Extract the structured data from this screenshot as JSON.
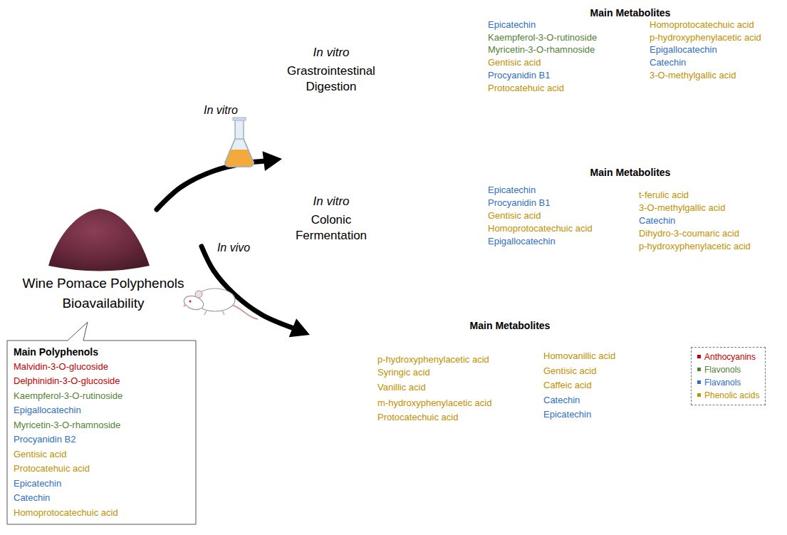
{
  "diagram": {
    "nodes": [
      {
        "text": [
          "Main Polyphenols",
          "Malvidin-3-O-glucoside",
          "Delphinidin-3-O-glucoside",
          "Kaempferol-3-O-rutinoside",
          "Epigallocatechin",
          "Myricetin-3-O-rhamnoside",
          "Procyanidin B2",
          "Gentisic acid",
          "Protocatehuic acid",
          "Epicatechin",
          "Catechin",
          "Homoprotocatechuic acid"
        ]
      }
    ],
    "labels": [
      "Wine Pomace Polyphenols Bioavailability",
      "In vitro",
      "In vitro",
      "Grastrointestinal Digestion",
      "Main Metabolites",
      "Epicatechin",
      "Kaempferol-3-O-rutinoside",
      "Myricetin-3-O-rhamnoside",
      "Gentisic acid",
      "Procyanidin B1",
      "Protocatehuic acid",
      "Homoprotocatechuic acid",
      "p-hydroxyphenylacetic acid",
      "Epigallocatechin",
      "Catechin",
      "3-O-methylgallic acid",
      "In vitro",
      "Colonic Fermentation",
      "Main Metabolites",
      "Epicatechin",
      "Procyanidin B1",
      "Gentisic acid",
      "Homoprotocatechuic acid",
      "Epigallocatechin",
      "t-ferulic acid",
      "3-O-methylgallic acid",
      "Catechin",
      "Dihydro-3-coumaric acid",
      "p-hydroxyphenylacetic acid",
      "In vivo",
      "Main Metabolites",
      "p-hydroxyphenylacetic acid",
      "Syringic acid",
      "Vanillic acid",
      "m-hydroxyphenylacetic acid",
      "Protocatechuic acid",
      "Homovanillic acid",
      "Gentisic acid",
      "Caffeic acid",
      "Catechin",
      "Epicatechin"
    ],
    "legend": [
      {
        "text": "Anthocyanins",
        "color": "#c00000"
      },
      {
        "text": "Flavonols",
        "color": "#548235"
      },
      {
        "text": "Flavanols",
        "color": "#2f6fc0"
      },
      {
        "text": "Phenolic acids",
        "color": "#bf9000"
      }
    ]
  }
}
